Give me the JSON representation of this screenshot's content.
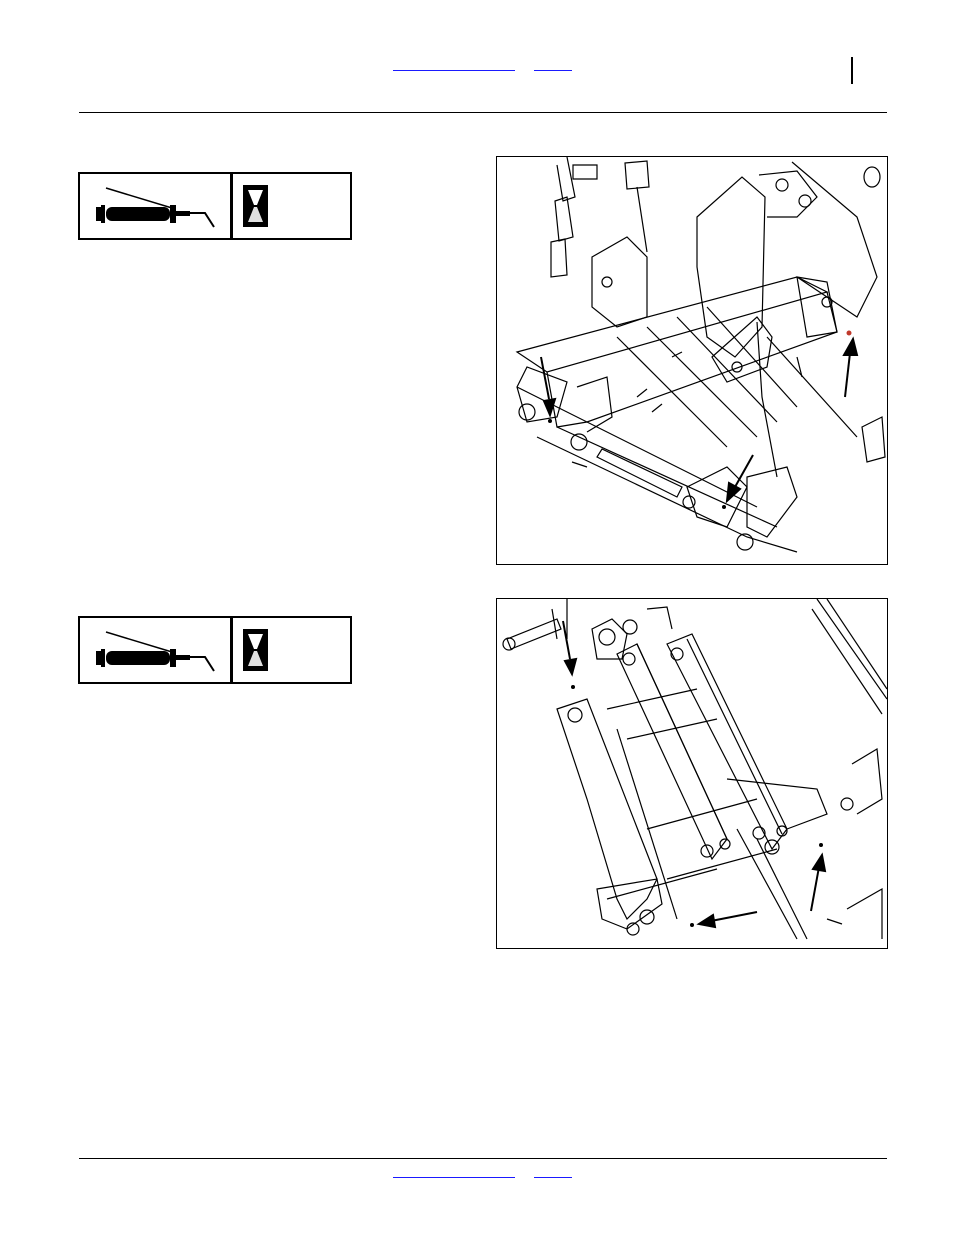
{
  "header": {
    "link_primary": "",
    "link_secondary": ""
  },
  "footer": {
    "link_primary": "",
    "link_secondary": ""
  },
  "icons": {
    "lube_icon": "grease-gun-icon",
    "interval_icon": "hourglass-icon"
  },
  "figures": [
    {
      "id": "figure-1",
      "subject": "hitch-pivot-grease-points-upper"
    },
    {
      "id": "figure-2",
      "subject": "hitch-pivot-grease-points-lower"
    }
  ]
}
